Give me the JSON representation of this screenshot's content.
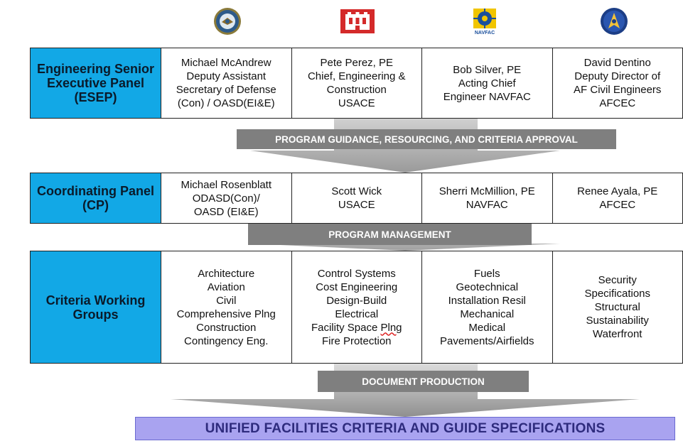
{
  "logos": [
    {
      "name": "dod-seal-icon",
      "color": "#2d5a8a"
    },
    {
      "name": "usace-castle-icon",
      "color": "#d42a2a"
    },
    {
      "name": "navfac-icon",
      "color": "#1a4f9c"
    },
    {
      "name": "afcec-icon",
      "color": "#1c3e86"
    }
  ],
  "navfac_logo_text": "NAVFAC",
  "esep": {
    "header": "Engineering Senior Executive Panel (ESEP)",
    "members": [
      "Michael McAndrew\nDeputy Assistant\nSecretary of Defense\n(Con) / OASD(EI&E)",
      "Pete Perez, PE\nChief, Engineering &\nConstruction\nUSACE",
      "Bob Silver, PE\nActing Chief\nEngineer NAVFAC",
      "David Dentino\nDeputy Director of\nAF Civil Engineers\nAFCEC"
    ]
  },
  "band1": "PROGRAM GUIDANCE, RESOURCING, AND CRITERIA APPROVAL",
  "cp": {
    "header": "Coordinating Panel (CP)",
    "members": [
      "Michael Rosenblatt\nODASD(Con)/\nOASD (EI&E)",
      "Scott Wick\nUSACE",
      "Sherri McMillion, PE\nNAVFAC",
      "Renee Ayala, PE\nAFCEC"
    ]
  },
  "band2": "PROGRAM MANAGEMENT",
  "cwg": {
    "header": "Criteria Working Groups",
    "col1": "Architecture\nAviation\nCivil\nComprehensive Plng\nConstruction\nContingency Eng.",
    "col2_lines": [
      "Control Systems",
      "Cost Engineering",
      "Design-Build",
      "Electrical"
    ],
    "col2_fsp_prefix": "Facility Space ",
    "col2_fsp_word": "Plng",
    "col2_last": "Fire Protection",
    "col3": "Fuels\nGeotechnical\nInstallation Resil\nMechanical\nMedical\nPavements/Airfields",
    "col4": "Security\nSpecifications\nStructural\nSustainability\nWaterfront"
  },
  "band3": "DOCUMENT PRODUCTION",
  "banner": "UNIFIED FACILITIES CRITERIA  AND GUIDE SPECIFICATIONS"
}
